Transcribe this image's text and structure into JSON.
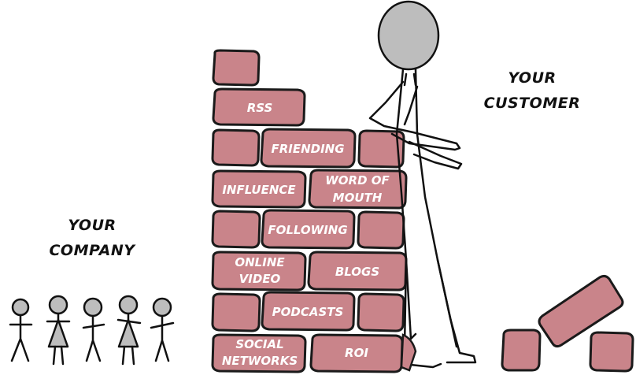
{
  "labels": {
    "customer_line1": "YOUR",
    "customer_line2": "CUSTOMER",
    "company_line1": "YOUR",
    "company_line2": "COMPANY"
  },
  "bricks": {
    "rss": "RSS",
    "friending": "FRIENDING",
    "influence": "INFLUENCE",
    "word_of_mouth_1": "WORD OF",
    "word_of_mouth_2": "MOUTH",
    "following": "FOLLOWING",
    "online_video_1": "ONLINE",
    "online_video_2": "VIDEO",
    "blogs": "BLOGS",
    "podcasts": "PODCASTS",
    "social_networks_1": "SOCIAL",
    "social_networks_2": "NETWORKS",
    "roi": "ROI"
  },
  "colors": {
    "brick": "#c9848a",
    "outline": "#1a1a1a",
    "head": "#bdbdbd"
  }
}
